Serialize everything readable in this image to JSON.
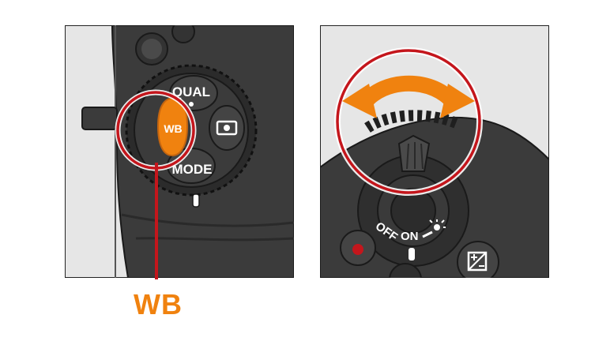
{
  "left_panel": {
    "buttons": {
      "qual": "QUAL",
      "wb": "WB",
      "mode": "MODE",
      "metering_icon": "metering-icon"
    }
  },
  "right_panel": {
    "switch": {
      "off": "OFF",
      "on": "ON",
      "illumination_icon": "lamp-icon"
    },
    "rotation_arrow_icon": "double-arrow-rotate-icon",
    "record_icon": "record-dot-icon",
    "exposure_comp_icon": "exposure-compensation-icon"
  },
  "callout": {
    "label": "WB"
  },
  "colors": {
    "accent_orange": "#f0820f",
    "highlight_red": "#c4161c",
    "body_dark": "#3a3a3a",
    "background_gray": "#e6e6e6"
  }
}
